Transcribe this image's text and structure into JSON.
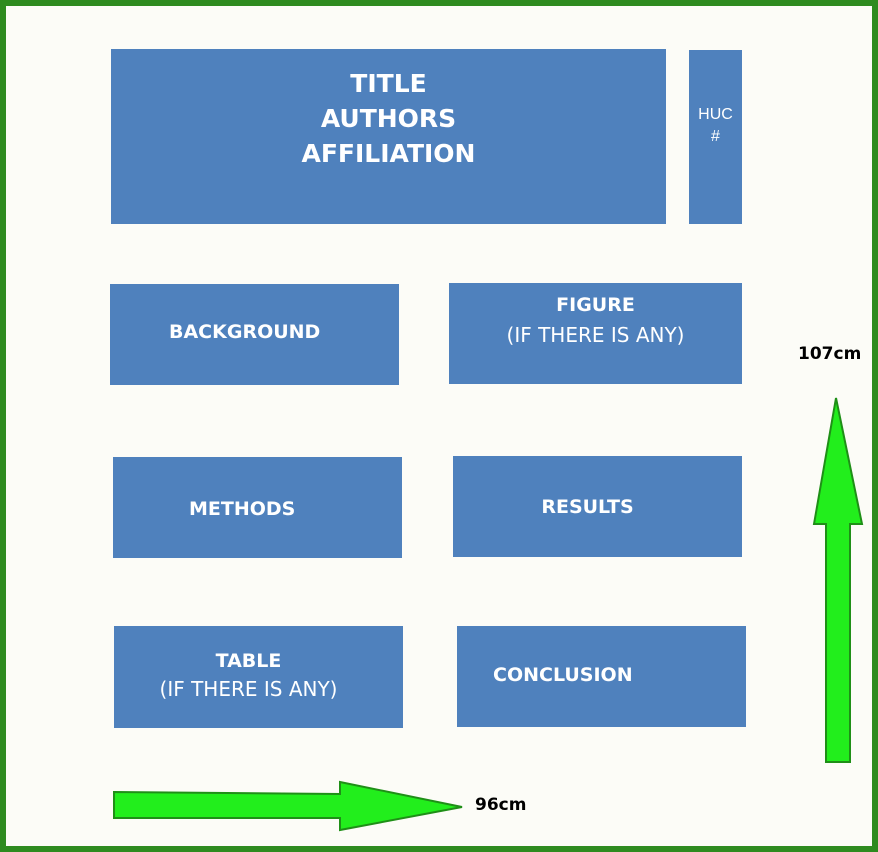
{
  "poster": {
    "header": {
      "lines": [
        "TITLE",
        "AUTHORS",
        "AFFILIATION"
      ]
    },
    "huc": {
      "lines": [
        "HUC",
        "#"
      ]
    },
    "sections": {
      "background": [
        "BACKGROUND"
      ],
      "figure": [
        "FIGURE",
        "(IF THERE IS ANY)"
      ],
      "methods": [
        "METHODS"
      ],
      "results": [
        "RESULTS"
      ],
      "table": [
        "TABLE",
        "(IF THERE IS ANY)"
      ],
      "conclusion": [
        "CONCLUSION"
      ]
    }
  },
  "dimensions": {
    "height": "107cm",
    "width": "96cm"
  },
  "colors": {
    "box_fill": "#4f81bd",
    "box_text": "#ffffff",
    "frame_border": "#2e8b1f",
    "arrow_fill": "#22ee1c",
    "arrow_stroke": "#1f8f17"
  }
}
